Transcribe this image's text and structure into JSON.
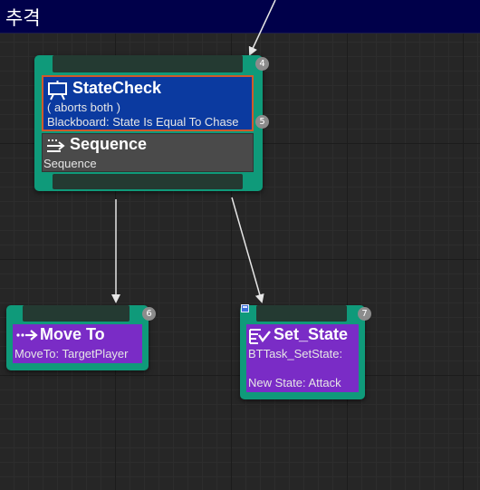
{
  "graph": {
    "title": "추격"
  },
  "nodes": {
    "root": {
      "index": "4",
      "decorator": {
        "title": "StateCheck",
        "line1": "( aborts both )",
        "line2": "Blackboard: State Is Equal To Chase",
        "index": "5",
        "icon": "blackboard-icon"
      },
      "composite": {
        "title": "Sequence",
        "subtitle": "Sequence",
        "icon": "sequence-icon"
      }
    },
    "move_to": {
      "title": "Move To",
      "subtitle": "MoveTo: TargetPlayer",
      "index": "6",
      "icon": "move-to-icon"
    },
    "set_state": {
      "title": "Set_State",
      "line1": "BTTask_SetState:",
      "line2": "New State: Attack",
      "index": "7",
      "icon": "task-icon"
    }
  },
  "colors": {
    "graph_bg": "#262626",
    "title_bar": "#00004a",
    "node_border": "#0f9a7a",
    "pin": "#243a32",
    "decorator": "#0b3aa0",
    "decorator_outline": "#d05a2a",
    "composite": "#4a4a4a",
    "task": "#7a2cc6",
    "badge": "#8c8c8c",
    "wire": "#e6e6e6"
  }
}
